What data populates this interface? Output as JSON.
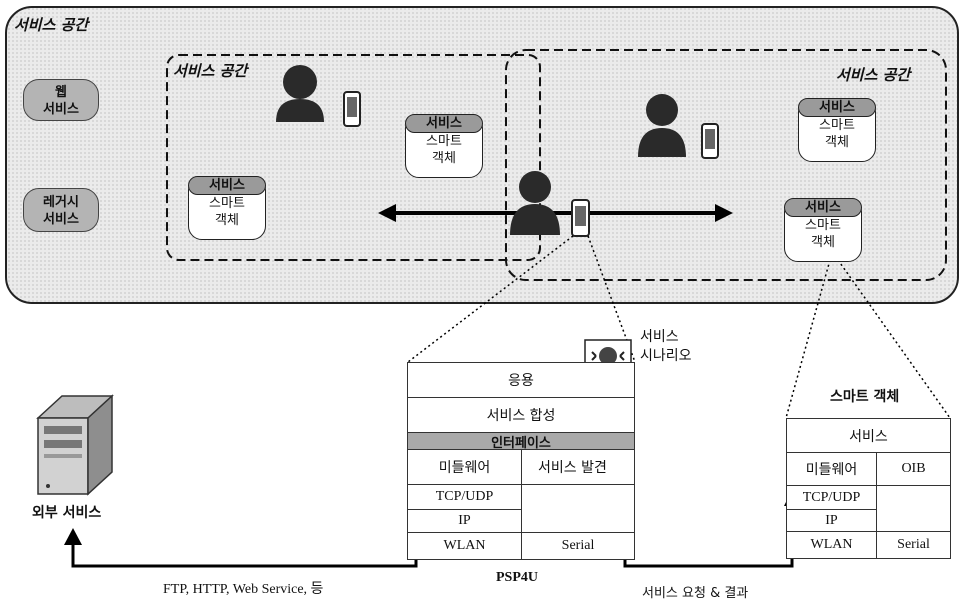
{
  "service_space": {
    "outer_label": "서비스 공간",
    "left_label": "서비스 공간",
    "right_label": "서비스 공간",
    "web_service": [
      "웹",
      "서비스"
    ],
    "legacy_service": [
      "레거시",
      "서비스"
    ]
  },
  "smart_objects": {
    "head": "서비스",
    "body": [
      "스마트",
      "객체"
    ]
  },
  "scenario_label": [
    "서비스",
    "시나리오"
  ],
  "psp4u": {
    "name": "PSP4U",
    "application": "응용",
    "service_composition": "서비스 합성",
    "interface": "인터페이스",
    "middleware": "미들웨어",
    "service_discovery": "서비스 발견",
    "tcp_udp": "TCP/UDP",
    "ip": "IP",
    "wlan": "WLAN",
    "serial": "Serial"
  },
  "smart_object_stack": {
    "title": "스마트 객체",
    "service": "서비스",
    "middleware": "미들웨어",
    "oib": "OIB",
    "tcp_udp": "TCP/UDP",
    "ip": "IP",
    "wlan": "WLAN",
    "serial": "Serial"
  },
  "external_service": "외부 서비스",
  "protocols_caption": "FTP, HTTP, Web Service, 등",
  "request_caption": "서비스 요청 & 결과"
}
